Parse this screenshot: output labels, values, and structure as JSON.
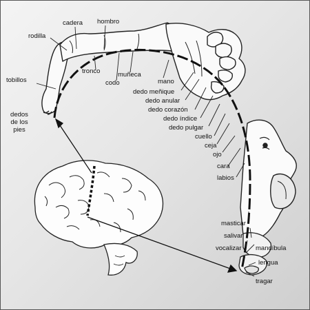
{
  "labels": {
    "cadera": "cadera",
    "hombro": "hombro",
    "rodilla": "rodilla",
    "tobillos": "tobillos",
    "dedos_pies": "dedos de los pies",
    "tronco": "tronco",
    "codo": "codo",
    "muneca": "muñeca",
    "mano": "mano",
    "menique": "dedo meñique",
    "anular": "dedo anular",
    "corazon": "dedo corazón",
    "indice": "dedo índice",
    "pulgar": "dedo pulgar",
    "cuello": "cuello",
    "ceja": "ceja",
    "ojo": "ojo",
    "cara": "cara",
    "labios": "labios",
    "masticar": "masticar",
    "salivar": "salivar",
    "vocalizar": "vocalizar",
    "mandibula": "mandíbula",
    "lengua": "lengua",
    "tragar": "tragar"
  }
}
